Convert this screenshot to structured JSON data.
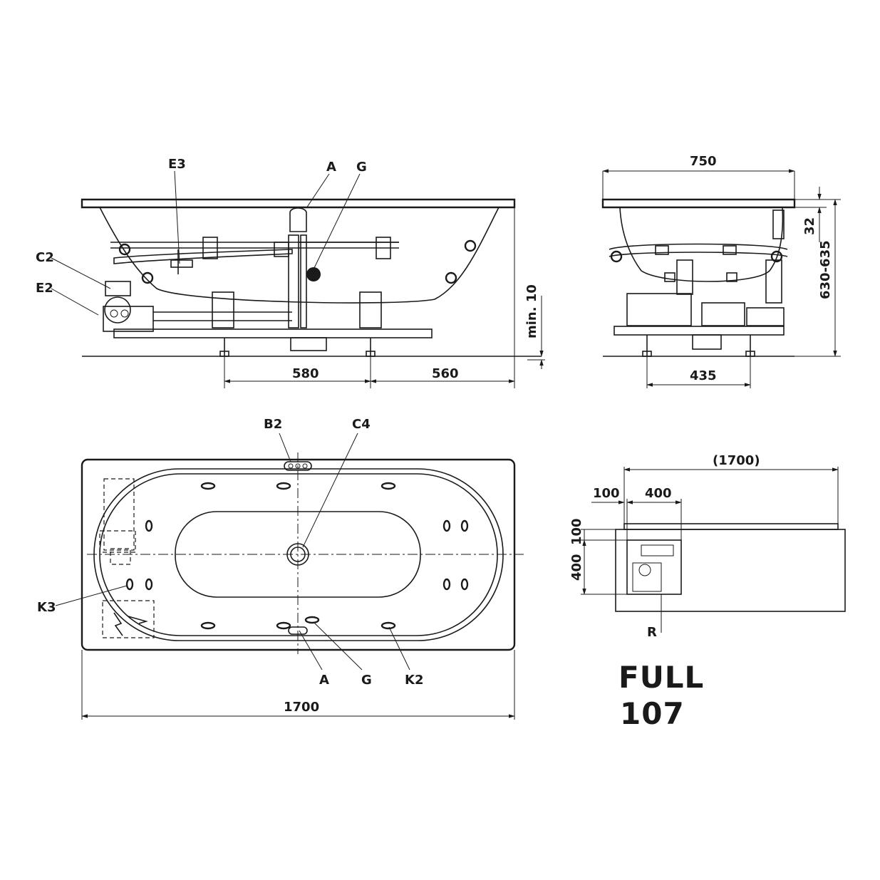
{
  "model": {
    "line1": "FULL",
    "line2": "107"
  },
  "side_view": {
    "labels": {
      "e3": "E3",
      "a": "A",
      "g": "G",
      "c2": "C2",
      "e2": "E2"
    },
    "dims": {
      "min_clearance": "min. 10",
      "leg_spacing": "580",
      "leg_to_end": "560"
    }
  },
  "end_view": {
    "dims": {
      "width": "750",
      "rim": "32",
      "height": "630-635",
      "leg_spacing": "435"
    }
  },
  "plan_view": {
    "labels": {
      "b2": "B2",
      "c4": "C4",
      "k3": "K3",
      "a": "A",
      "g": "G",
      "k2": "K2"
    },
    "dims": {
      "length": "1700"
    }
  },
  "access_view": {
    "labels": {
      "r": "R"
    },
    "dims": {
      "total_length": "(1700)",
      "offset_x": "100",
      "panel_width": "400",
      "offset_y": "100",
      "panel_height": "400"
    }
  }
}
